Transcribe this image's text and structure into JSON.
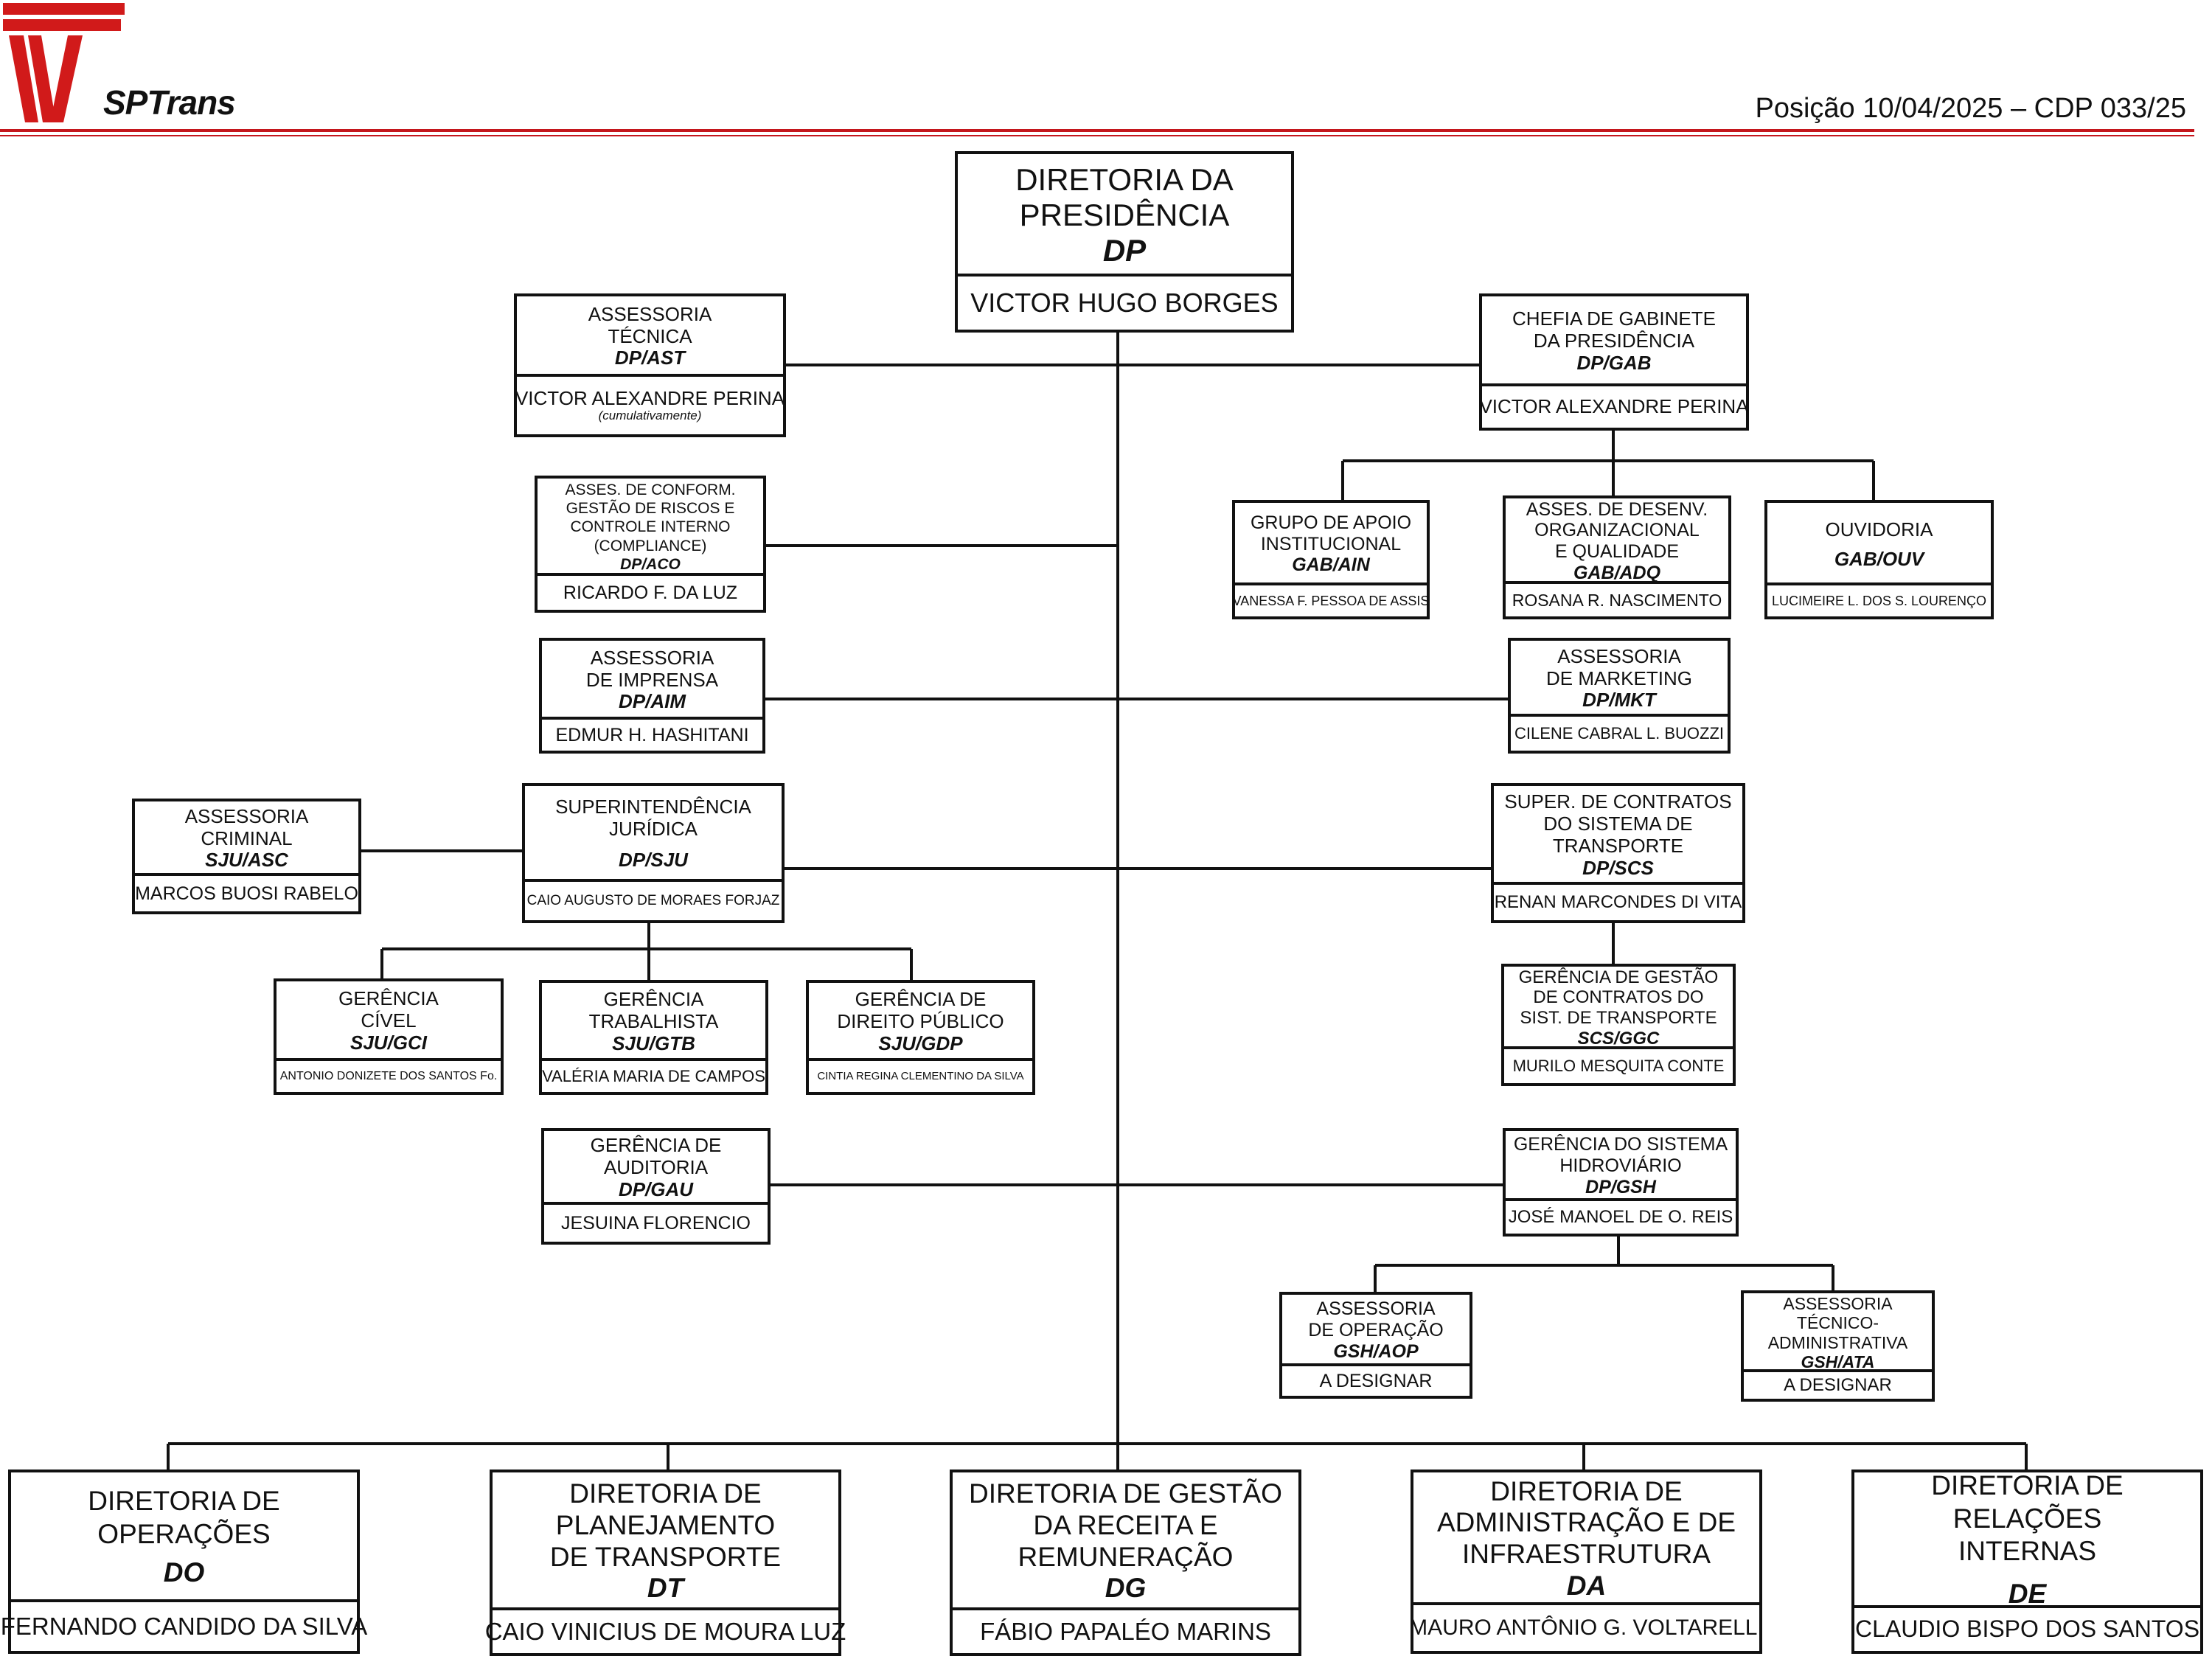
{
  "header": {
    "brand": "SPTrans",
    "position": "Posição 10/04/2025 – CDP 033/25",
    "brand_color": "#d11a1a",
    "rule_color": "#c4161c"
  },
  "boxes": {
    "dp": {
      "l1": "DIRETORIA DA",
      "l2": "PRESIDÊNCIA",
      "code": "DP",
      "name": "VICTOR HUGO BORGES"
    },
    "ast": {
      "l1": "ASSESSORIA",
      "l2": "TÉCNICA",
      "code": "DP/AST",
      "name": "VICTOR ALEXANDRE PERINA",
      "note": "(cumulativamente)"
    },
    "gab": {
      "l1": "CHEFIA DE GABINETE",
      "l2": "DA PRESIDÊNCIA",
      "code": "DP/GAB",
      "name": "VICTOR ALEXANDRE PERINA"
    },
    "aco": {
      "l1": "ASSES. DE CONFORM.",
      "l2": "GESTÃO DE RISCOS E",
      "l3": "CONTROLE INTERNO",
      "l4": "(COMPLIANCE)",
      "code": "DP/ACO",
      "name": "RICARDO F. DA LUZ"
    },
    "ain": {
      "l1": "GRUPO DE APOIO",
      "l2": "INSTITUCIONAL",
      "code": "GAB/AIN",
      "name": "VANESSA F. PESSOA DE ASSIS"
    },
    "adq": {
      "l1": "ASSES. DE DESENV.",
      "l2": "ORGANIZACIONAL",
      "l3": "E QUALIDADE",
      "code": "GAB/ADQ",
      "name": "ROSANA R. NASCIMENTO"
    },
    "ouv": {
      "l1": "OUVIDORIA",
      "code": "GAB/OUV",
      "name": "LUCIMEIRE L. DOS S. LOURENÇO"
    },
    "aim": {
      "l1": "ASSESSORIA",
      "l2": "DE IMPRENSA",
      "code": "DP/AIM",
      "name": "EDMUR H. HASHITANI"
    },
    "mkt": {
      "l1": "ASSESSORIA",
      "l2": "DE MARKETING",
      "code": "DP/MKT",
      "name": "CILENE CABRAL L. BUOZZI"
    },
    "asc": {
      "l1": "ASSESSORIA",
      "l2": "CRIMINAL",
      "code": "SJU/ASC",
      "name": "MARCOS BUOSI RABELO"
    },
    "sju": {
      "l1": "SUPERINTENDÊNCIA",
      "l2": "JURÍDICA",
      "code": "DP/SJU",
      "name": "CAIO AUGUSTO DE MORAES FORJAZ"
    },
    "scs": {
      "l1": "SUPER. DE CONTRATOS",
      "l2": "DO SISTEMA DE",
      "l3": "TRANSPORTE",
      "code": "DP/SCS",
      "name": "RENAN MARCONDES DI VITA"
    },
    "gci": {
      "l1": "GERÊNCIA",
      "l2": "CÍVEL",
      "code": "SJU/GCI",
      "name": "ANTONIO  DONIZETE DOS SANTOS Fo."
    },
    "gtb": {
      "l1": "GERÊNCIA",
      "l2": "TRABALHISTA",
      "code": "SJU/GTB",
      "name": "VALÉRIA MARIA DE CAMPOS"
    },
    "gdp": {
      "l1": "GERÊNCIA DE",
      "l2": "DIREITO PÚBLICO",
      "code": "SJU/GDP",
      "name": "CINTIA  REGINA CLEMENTINO DA SILVA"
    },
    "ggc": {
      "l1": "GERÊNCIA DE GESTÃO",
      "l2": "DE CONTRATOS DO",
      "l3": "SIST. DE TRANSPORTE",
      "code": "SCS/GGC",
      "name": "MURILO MESQUITA CONTE"
    },
    "gau": {
      "l1": "GERÊNCIA DE",
      "l2": "AUDITORIA",
      "code": "DP/GAU",
      "name": "JESUINA FLORENCIO"
    },
    "gsh": {
      "l1": "GERÊNCIA DO SISTEMA",
      "l2": "HIDROVIÁRIO",
      "code": "DP/GSH",
      "name": "JOSÉ MANOEL DE O. REIS"
    },
    "aop": {
      "l1": "ASSESSORIA",
      "l2": "DE OPERAÇÃO",
      "code": "GSH/AOP",
      "name": "A DESIGNAR"
    },
    "ata": {
      "l1": "ASSESSORIA",
      "l2": "TÉCNICO-",
      "l3": "ADMINISTRATIVA",
      "code": "GSH/ATA",
      "name": "A DESIGNAR"
    },
    "do": {
      "l1": "DIRETORIA DE",
      "l2": "OPERAÇÕES",
      "code": "DO",
      "name": "FERNANDO CANDIDO DA SILVA"
    },
    "dt": {
      "l1": "DIRETORIA DE",
      "l2": "PLANEJAMENTO",
      "l3": "DE TRANSPORTE",
      "code": "DT",
      "name": "CAIO VINICIUS DE MOURA LUZ"
    },
    "dg": {
      "l1": "DIRETORIA DE GESTÃO",
      "l2": "DA RECEITA E",
      "l3": "REMUNERAÇÃO",
      "code": "DG",
      "name": "FÁBIO PAPALÉO MARINS"
    },
    "da": {
      "l1": "DIRETORIA DE",
      "l2": "ADMINISTRAÇÃO E DE",
      "l3": "INFRAESTRUTURA",
      "code": "DA",
      "name": "MAURO ANTÔNIO G. VOLTARELLI"
    },
    "de": {
      "l1": "DIRETORIA DE RELAÇÕES",
      "l2": "INTERNAS",
      "code": "DE",
      "name": "CLAUDIO BISPO DOS SANTOS"
    }
  }
}
